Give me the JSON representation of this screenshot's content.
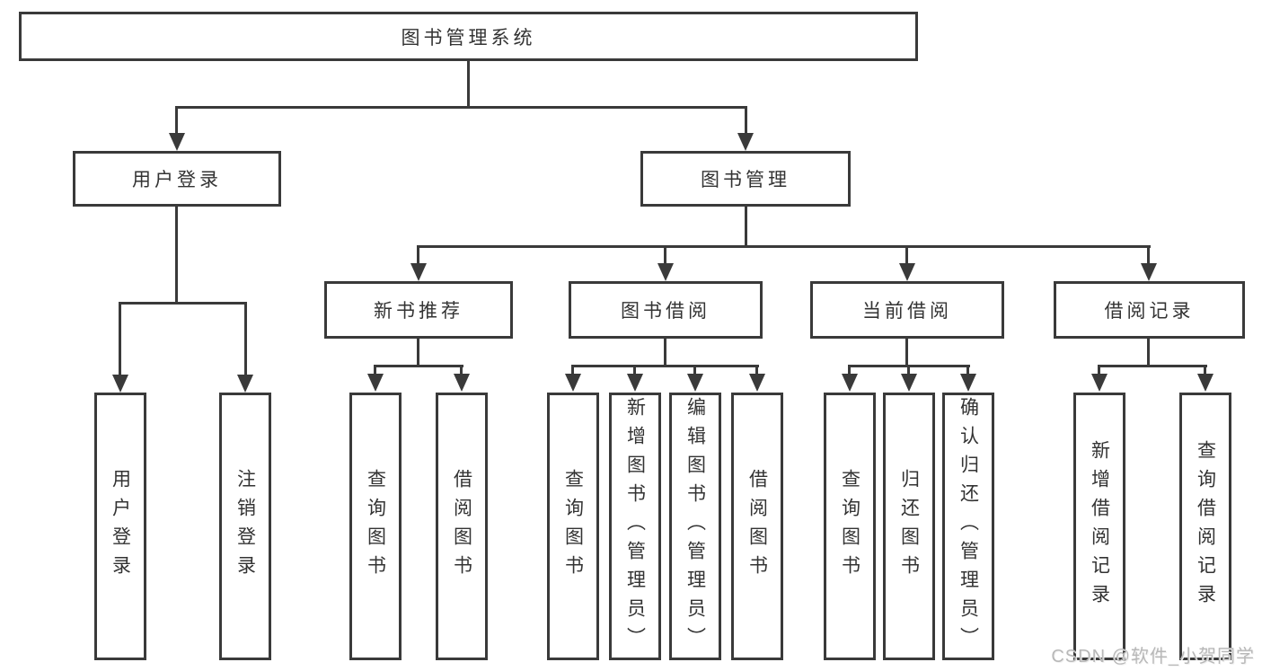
{
  "diagram": {
    "root": "图书管理系统",
    "level2": {
      "user": "用户登录",
      "books": "图书管理"
    },
    "level3": {
      "recommend": "新书推荐",
      "borrow": "图书借阅",
      "current": "当前借阅",
      "records": "借阅记录"
    },
    "leaves": {
      "user": [
        "用户登录",
        "注销登录"
      ],
      "recommend": [
        "查询图书",
        "借阅图书"
      ],
      "borrow": [
        "查询图书",
        "新增图书（管理员）",
        "编辑图书（管理员）",
        "借阅图书"
      ],
      "current": [
        "查询图书",
        "归还图书",
        "确认归还（管理员）"
      ],
      "records": [
        "新增借阅记录",
        "查询借阅记录"
      ]
    }
  },
  "watermark": "CSDN @软件_小贺同学",
  "colors": {
    "line": "#3a3a3a",
    "text": "#333333",
    "watermark": "#b8b8b8",
    "background": "#ffffff"
  }
}
